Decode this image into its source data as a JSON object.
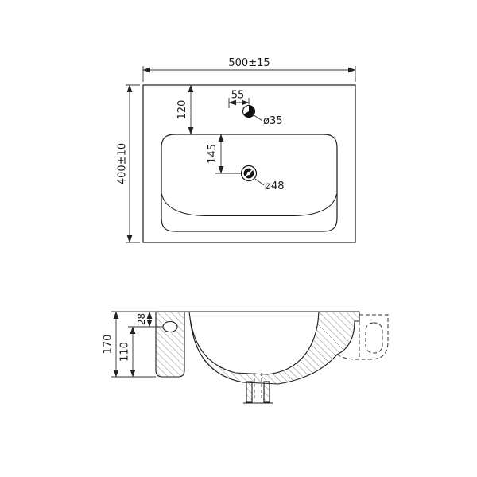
{
  "top_view": {
    "overall_width": "500±15",
    "overall_depth": "400±10",
    "faucet_offset": "55",
    "faucet_setback": "120",
    "drain_setback": "145",
    "faucet_hole_diameter": "ø35",
    "drain_hole_diameter": "ø48"
  },
  "section_view": {
    "overall_height": "170",
    "basin_depth": "110",
    "overflow_offset": "28"
  }
}
